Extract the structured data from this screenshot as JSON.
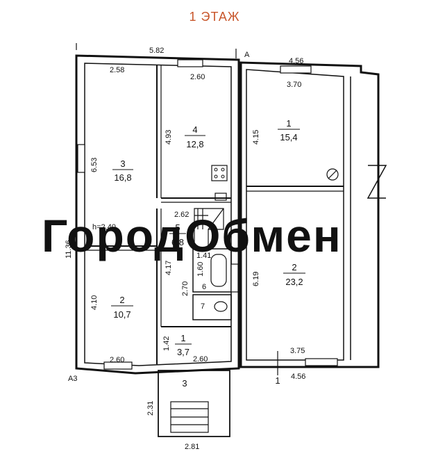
{
  "title": "1 ЭТАЖ",
  "title_color": "#c8552a",
  "watermark": "ГородОбмен",
  "height_label": "h=2,40",
  "rooms": [
    {
      "id": "left-1",
      "num": "1",
      "area": "3,7"
    },
    {
      "id": "left-2",
      "num": "2",
      "area": "10,7"
    },
    {
      "id": "left-3",
      "num": "3",
      "area": "16,8"
    },
    {
      "id": "left-4",
      "num": "4",
      "area": "12,8"
    },
    {
      "id": "left-5",
      "num": "5",
      "area": "6,8"
    },
    {
      "id": "left-6",
      "num": "6",
      "area": ""
    },
    {
      "id": "left-7",
      "num": "7",
      "area": ""
    },
    {
      "id": "right-1",
      "num": "1",
      "area": "15,4"
    },
    {
      "id": "right-2",
      "num": "2",
      "area": "23,2"
    },
    {
      "id": "porch-3",
      "num": "3",
      "area": ""
    },
    {
      "id": "entry-1",
      "num": "1",
      "area": ""
    }
  ],
  "dimensions": {
    "top_total": "5.82",
    "room3_top": "2.58",
    "room4_top": "2.60",
    "right_top_outer": "4.56",
    "right_top_inner": "3.70",
    "room3_side": "6.53",
    "room4_side": "4.93",
    "right1_side": "4.15",
    "stair_width": "2.62",
    "total_height": "11.36",
    "bath_width": "1.41",
    "bath_height": "1.60",
    "room5_side": "4.17",
    "wc_side": "2.70",
    "right2_side": "6.19",
    "room2_side": "4.10",
    "hall_side": "1.42",
    "room2_bottom": "2.60",
    "hall_bottom": "2.60",
    "right_bottom_inner": "3.75",
    "right_bottom_outer": "4.56",
    "porch_side": "2.31",
    "porch_bottom": "2.81"
  },
  "markers": {
    "section_a_top": "А",
    "section_a3": "А3"
  }
}
